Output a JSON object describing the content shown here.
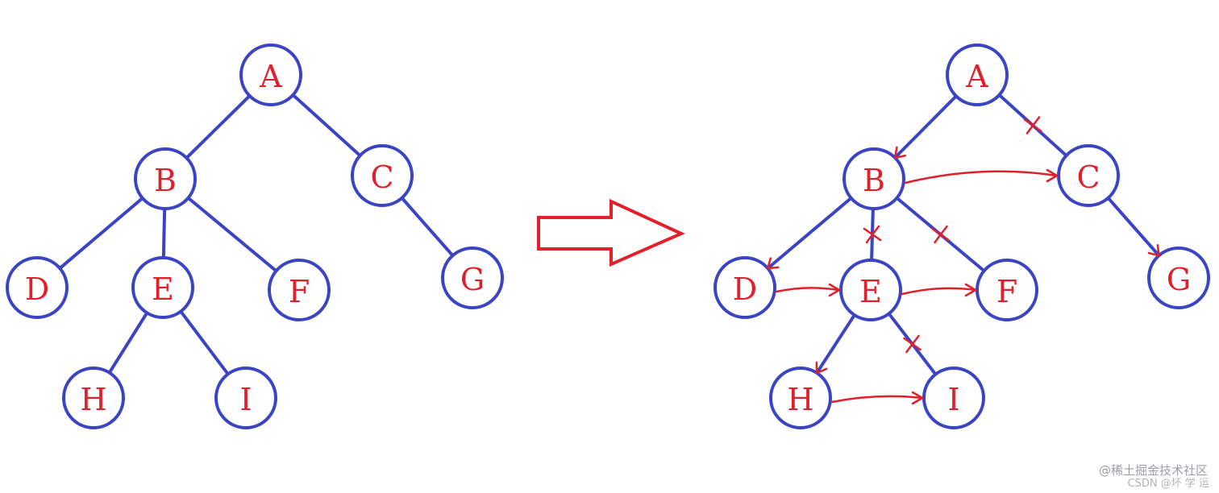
{
  "colors": {
    "node_stroke": "#3b45c4",
    "label": "#e0202a",
    "annotation": "#e0202a"
  },
  "left_tree": {
    "nodes": [
      {
        "id": "A",
        "label": "A"
      },
      {
        "id": "B",
        "label": "B"
      },
      {
        "id": "C",
        "label": "C"
      },
      {
        "id": "D",
        "label": "D"
      },
      {
        "id": "E",
        "label": "E"
      },
      {
        "id": "F",
        "label": "F"
      },
      {
        "id": "G",
        "label": "G"
      },
      {
        "id": "H",
        "label": "H"
      },
      {
        "id": "I",
        "label": "I"
      }
    ],
    "edges": [
      [
        "A",
        "B"
      ],
      [
        "A",
        "C"
      ],
      [
        "B",
        "D"
      ],
      [
        "B",
        "E"
      ],
      [
        "B",
        "F"
      ],
      [
        "C",
        "G"
      ],
      [
        "E",
        "H"
      ],
      [
        "E",
        "I"
      ]
    ]
  },
  "right_tree": {
    "nodes": [
      {
        "id": "A",
        "label": "A"
      },
      {
        "id": "B",
        "label": "B"
      },
      {
        "id": "C",
        "label": "C"
      },
      {
        "id": "D",
        "label": "D"
      },
      {
        "id": "E",
        "label": "E"
      },
      {
        "id": "F",
        "label": "F"
      },
      {
        "id": "G",
        "label": "G"
      },
      {
        "id": "H",
        "label": "H"
      },
      {
        "id": "I",
        "label": "I"
      }
    ],
    "edges": [
      [
        "A",
        "B"
      ],
      [
        "A",
        "C"
      ],
      [
        "B",
        "D"
      ],
      [
        "B",
        "E"
      ],
      [
        "B",
        "F"
      ],
      [
        "C",
        "G"
      ],
      [
        "E",
        "H"
      ],
      [
        "E",
        "I"
      ]
    ],
    "crossed_edges": [
      [
        "A",
        "C"
      ],
      [
        "B",
        "E"
      ],
      [
        "B",
        "F"
      ],
      [
        "E",
        "I"
      ]
    ],
    "sibling_links": [
      [
        "B",
        "C"
      ],
      [
        "D",
        "E"
      ],
      [
        "E",
        "F"
      ],
      [
        "H",
        "I"
      ]
    ],
    "child_pointers": [
      [
        "A",
        "B"
      ],
      [
        "B",
        "D"
      ],
      [
        "C",
        "G"
      ],
      [
        "E",
        "H"
      ]
    ]
  },
  "transform_arrow": {
    "direction": "right"
  },
  "watermark": {
    "line1": "@稀土掘金技术社区",
    "line2": "CSDN @坏 学 运"
  }
}
